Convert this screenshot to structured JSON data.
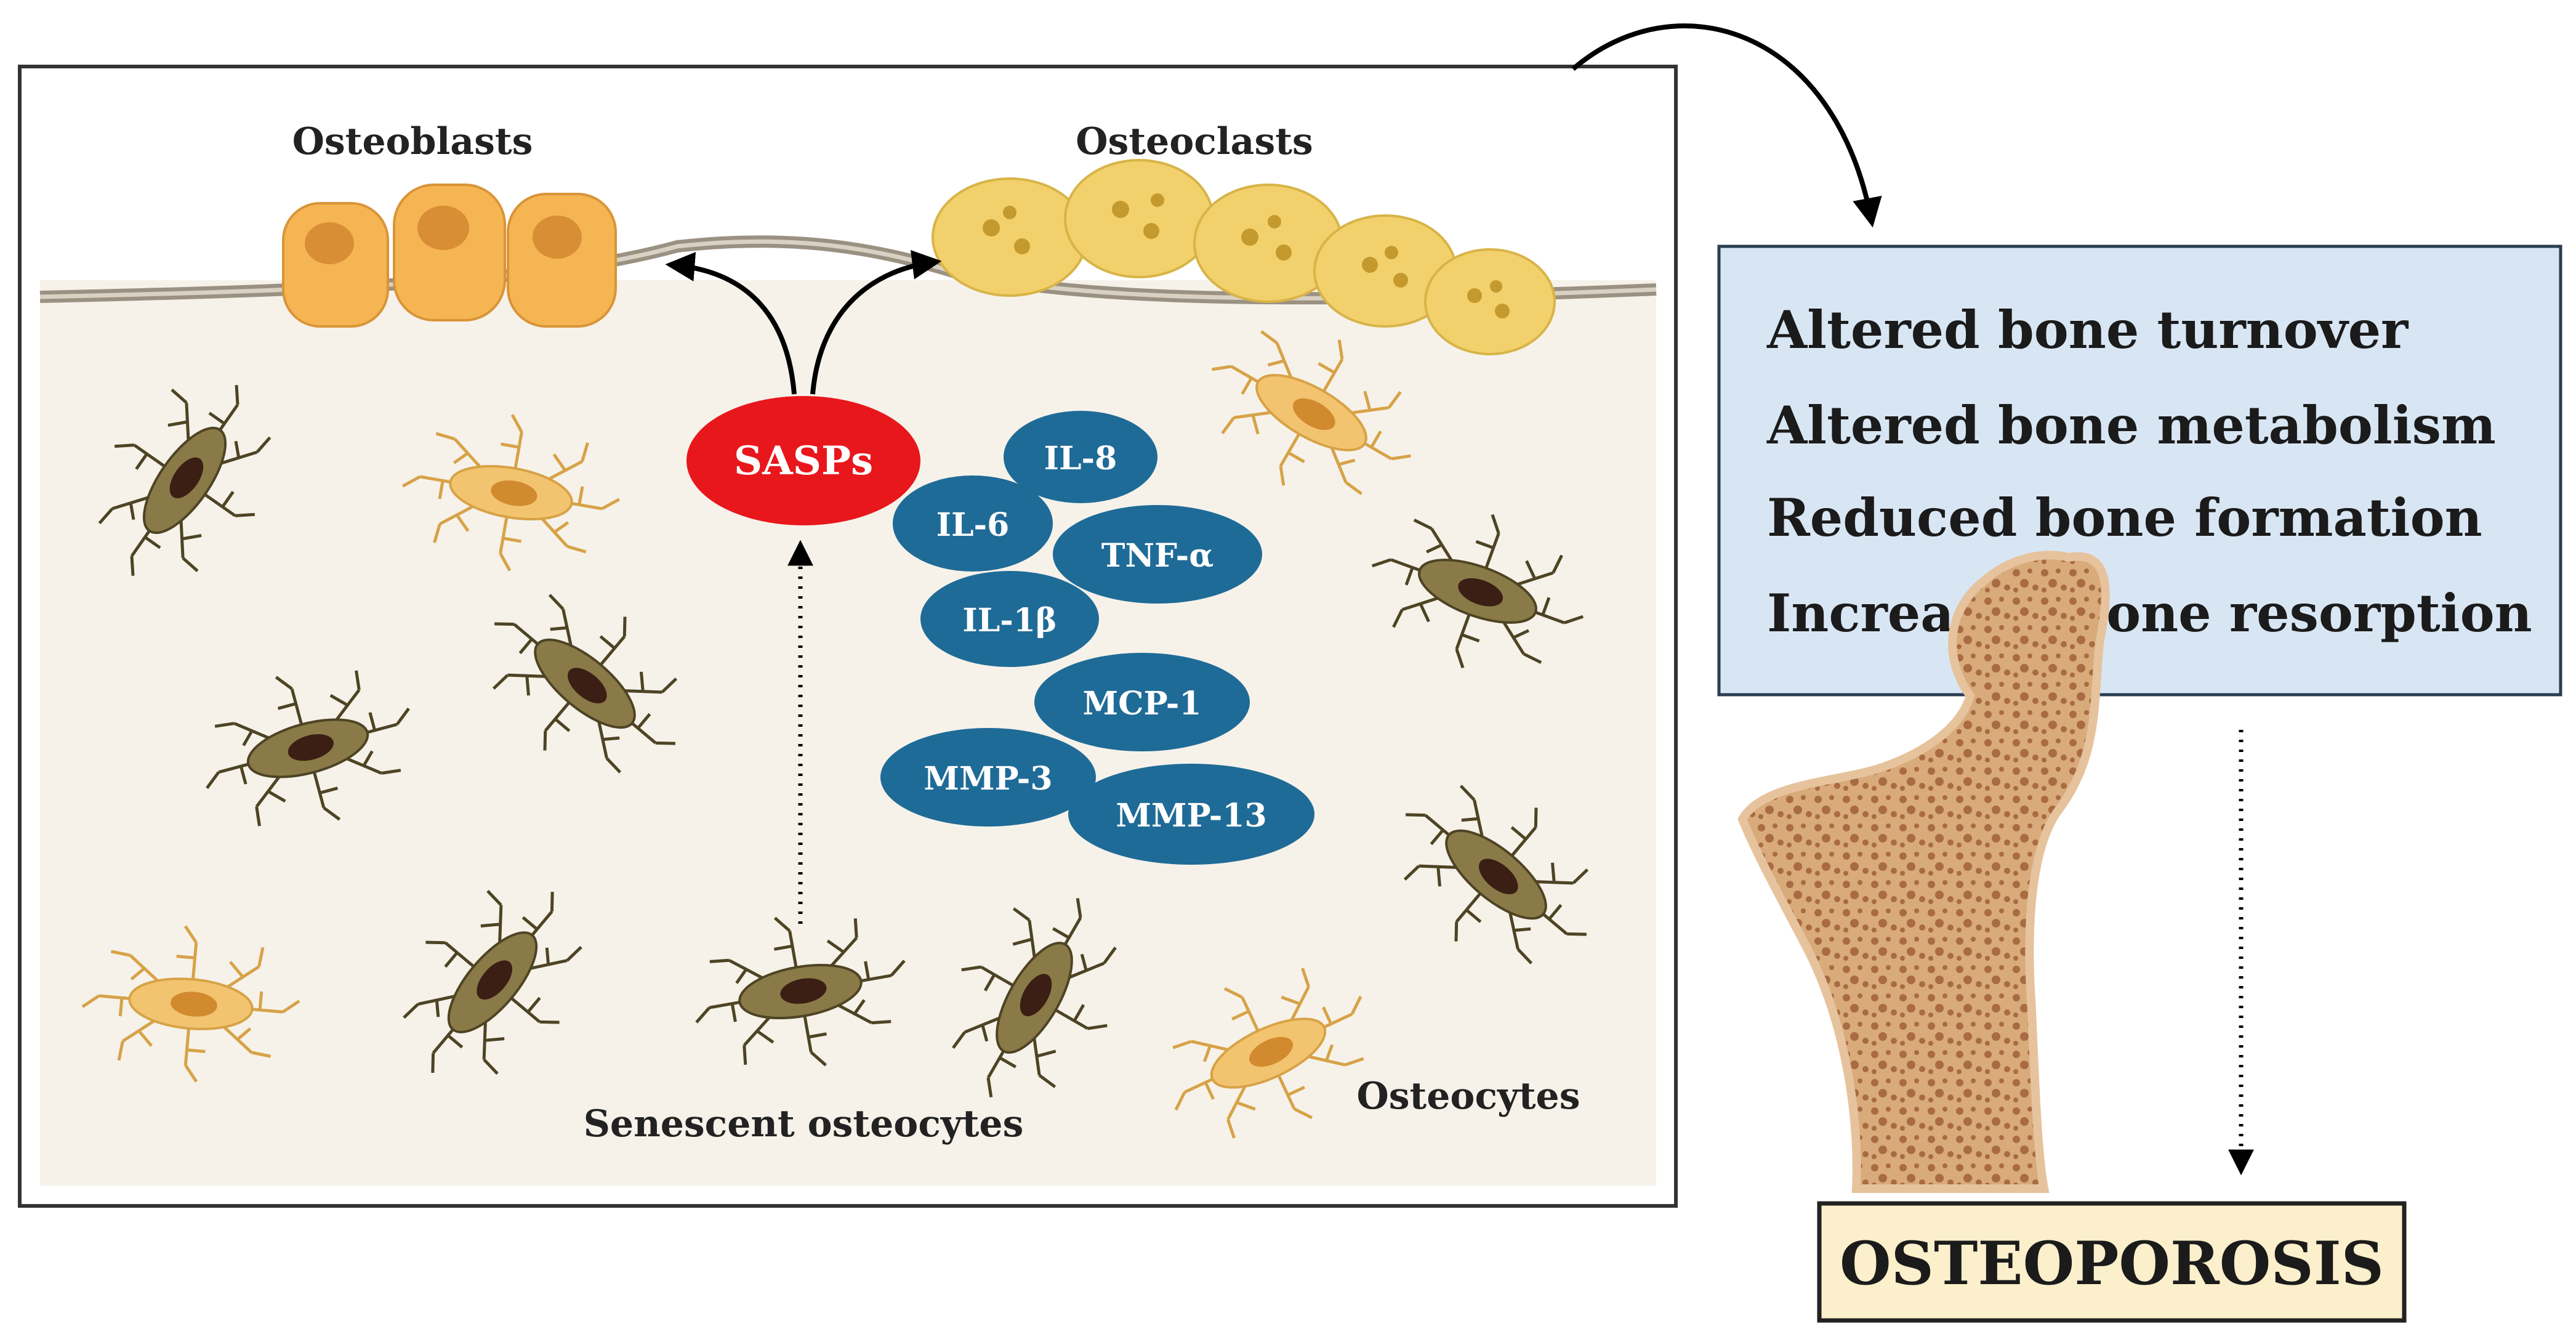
{
  "labels": {
    "osteoblasts": "Osteoblasts",
    "osteoclasts": "Osteoclasts",
    "sasps": "SASPs",
    "senescent": "Senescent osteocytes",
    "osteocytes": "Osteocytes"
  },
  "cytokines": [
    "IL-8",
    "IL-6",
    "TNF-α",
    "IL-1β",
    "MCP-1",
    "MMP-3",
    "MMP-13"
  ],
  "effects": [
    "Altered bone turnover",
    "Altered bone metabolism",
    "Reduced bone formation",
    "Increased bone resorption"
  ],
  "outcome": "OSTEOPOROSIS",
  "colors": {
    "sasps": "#e8171c",
    "cytokine": "#1f6b97",
    "matrix": "#f6f2ea",
    "effectsBox": "#d8e6f4",
    "outcomeBox": "#fcefcb",
    "bone": "#d9aa7a"
  }
}
